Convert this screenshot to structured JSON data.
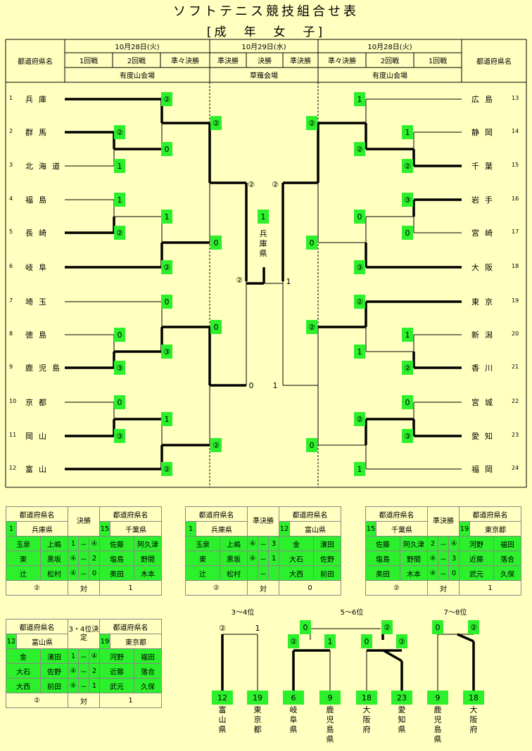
{
  "title": "ソフトテニス競技組合せ表",
  "subtitle": "[成　年　女　子]",
  "header": {
    "col_pref": "都道府県名",
    "date_left": "10月28日(火)",
    "date_center": "10月29日(水)",
    "date_right": "10月28日(火)",
    "rounds_left": [
      "1回戦",
      "2回戦",
      "準々決勝"
    ],
    "rounds_center": [
      "準決勝",
      "決勝",
      "準決勝"
    ],
    "rounds_right": [
      "準々決勝",
      "2回戦",
      "1回戦"
    ],
    "venue_left": "有度山会場",
    "venue_center": "草薙会場",
    "venue_right": "有度山会場"
  },
  "left_teams": [
    {
      "num": "1",
      "name": "兵庫"
    },
    {
      "num": "2",
      "name": "群馬"
    },
    {
      "num": "3",
      "name": "北海道"
    },
    {
      "num": "4",
      "name": "福島"
    },
    {
      "num": "5",
      "name": "長崎"
    },
    {
      "num": "6",
      "name": "岐阜"
    },
    {
      "num": "7",
      "name": "埼玉"
    },
    {
      "num": "8",
      "name": "徳島"
    },
    {
      "num": "9",
      "name": "鹿児島"
    },
    {
      "num": "10",
      "name": "京都"
    },
    {
      "num": "11",
      "name": "岡山"
    },
    {
      "num": "12",
      "name": "富山"
    }
  ],
  "right_teams": [
    {
      "num": "13",
      "name": "広島"
    },
    {
      "num": "14",
      "name": "静岡"
    },
    {
      "num": "15",
      "name": "千葉"
    },
    {
      "num": "16",
      "name": "岩手"
    },
    {
      "num": "17",
      "name": "宮崎"
    },
    {
      "num": "18",
      "name": "大阪"
    },
    {
      "num": "19",
      "name": "東京"
    },
    {
      "num": "20",
      "name": "新潟"
    },
    {
      "num": "21",
      "name": "香川"
    },
    {
      "num": "22",
      "name": "宮城"
    },
    {
      "num": "23",
      "name": "愛知"
    },
    {
      "num": "24",
      "name": "福岡"
    }
  ],
  "scores": {
    "l_qf_1": "②",
    "l_r2_2": "②",
    "l_r2_3": "1",
    "l_qf_23": "0",
    "l_r2_4": "1",
    "l_r2_5": "②",
    "l_qf_45": "1",
    "l_qf_6": "②",
    "l_qf_7": "0",
    "l_r2_8": "0",
    "l_r2_9": "③",
    "l_qf_89": "③",
    "l_r2_10": "0",
    "l_r2_11": "③",
    "l_qf_1011": "1",
    "l_qf_12": "②",
    "l_sf_a1": "②",
    "l_sf_a2": "0",
    "l_sf_b1": "0",
    "l_sf_b2": "②",
    "l_sf_win_a": "②",
    "l_sf_win_b": "0",
    "final_left": "②",
    "final_right": "1",
    "final_winner_num": "1",
    "champion": "兵庫県",
    "r_qf_13": "1",
    "r_r2_14": "1",
    "r_r2_15": "②",
    "r_qf_1415": "②",
    "r_r2_16": "③",
    "r_r2_17": "0",
    "r_qf_1617": "0",
    "r_qf_18": "③",
    "r_qf_19": "②",
    "r_r2_20": "1",
    "r_r2_21": "②",
    "r_qf_2021": "1",
    "r_r2_22": "0",
    "r_r2_23": "③",
    "r_qf_2223": "②",
    "r_qf_24": "1",
    "r_sf_a1": "②",
    "r_sf_a2": "0",
    "r_sf_b1": "②",
    "r_sf_b2": "0",
    "r_sf_win_a": "②",
    "r_sf_win_b": "1"
  },
  "results": [
    {
      "pref_label": "都道府県名",
      "stage": "決勝",
      "left_num": "1",
      "left_team": "兵庫県",
      "right_num": "15",
      "right_team": "千葉県",
      "rows": [
        [
          "玉泉",
          "上嶋",
          "1",
          "④",
          "佐藤",
          "阿久津"
        ],
        [
          "東",
          "黒坂",
          "④",
          "2",
          "塩島",
          "野間"
        ],
        [
          "辻",
          "松村",
          "④",
          "0",
          "奥田",
          "木本"
        ]
      ],
      "left_total": "②",
      "vs": "対",
      "right_total": "1"
    },
    {
      "pref_label": "都道府県名",
      "stage": "準決勝",
      "left_num": "1",
      "left_team": "兵庫県",
      "right_num": "12",
      "right_team": "富山県",
      "rows": [
        [
          "玉泉",
          "上嶋",
          "④",
          "3",
          "金",
          "濱田"
        ],
        [
          "東",
          "黒坂",
          "④",
          "1",
          "大石",
          "佐野"
        ],
        [
          "辻",
          "松村",
          "",
          "",
          "大西",
          "前田"
        ]
      ],
      "left_total": "②",
      "vs": "対",
      "right_total": "0"
    },
    {
      "pref_label": "都道府県名",
      "stage": "準決勝",
      "left_num": "15",
      "left_team": "千葉県",
      "right_num": "19",
      "right_team": "東京都",
      "rows": [
        [
          "佐藤",
          "阿久津",
          "2",
          "④",
          "河野",
          "福田"
        ],
        [
          "塩島",
          "野間",
          "④",
          "3",
          "近藤",
          "落合"
        ],
        [
          "奥田",
          "木本",
          "④",
          "0",
          "武元",
          "久保"
        ]
      ],
      "left_total": "②",
      "vs": "対",
      "right_total": "1"
    },
    {
      "pref_label": "都道府県名",
      "stage": "3・4位決定",
      "left_num": "12",
      "left_team": "富山県",
      "right_num": "19",
      "right_team": "東京都",
      "rows": [
        [
          "金",
          "濱田",
          "1",
          "④",
          "河野",
          "福田"
        ],
        [
          "大石",
          "佐野",
          "④",
          "2",
          "近藤",
          "落合"
        ],
        [
          "大西",
          "前田",
          "④",
          "1",
          "武元",
          "久保"
        ]
      ],
      "left_total": "②",
      "vs": "対",
      "right_total": "1"
    }
  ],
  "placement": {
    "p34": {
      "title": "3～4位",
      "top_left": "②",
      "top_right": "1",
      "teams": [
        {
          "num": "12",
          "name": "富山県"
        },
        {
          "num": "19",
          "name": "東京都"
        }
      ]
    },
    "p56": {
      "title": "5～6位",
      "top_left": "0",
      "top_right": "②",
      "mid": [
        "②",
        "1",
        "0",
        "②"
      ],
      "teams": [
        {
          "num": "6",
          "name": "岐阜県"
        },
        {
          "num": "9",
          "name": "鹿児島県"
        },
        {
          "num": "18",
          "name": "大阪府"
        },
        {
          "num": "23",
          "name": "愛知県"
        }
      ]
    },
    "p78": {
      "title": "7～8位",
      "top_left": "0",
      "top_right": "②",
      "teams": [
        {
          "num": "9",
          "name": "鹿児島県"
        },
        {
          "num": "18",
          "name": "大阪府"
        }
      ]
    }
  },
  "colors": {
    "background": "#ffffc0",
    "win_box": "#2cf02c",
    "line": "#000000"
  }
}
